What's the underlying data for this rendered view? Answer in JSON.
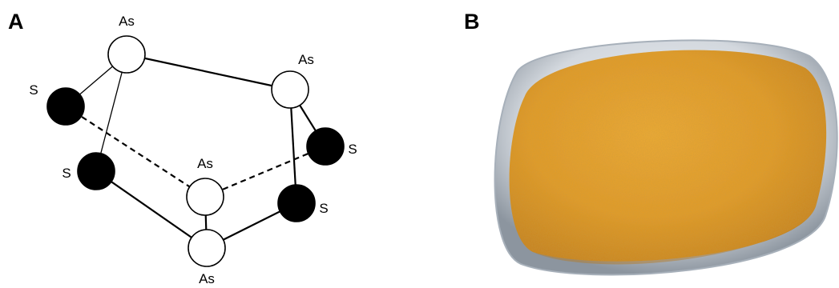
{
  "panel_a": {
    "letter": "A",
    "atoms": [
      {
        "id": "As1",
        "label": "As",
        "element": "As"
      },
      {
        "id": "As2",
        "label": "As",
        "element": "As"
      },
      {
        "id": "As3",
        "label": "As",
        "element": "As"
      },
      {
        "id": "As4",
        "label": "As",
        "element": "As"
      },
      {
        "id": "S1",
        "label": "S",
        "element": "S"
      },
      {
        "id": "S2",
        "label": "S",
        "element": "S"
      },
      {
        "id": "S3",
        "label": "S",
        "element": "S"
      },
      {
        "id": "S4",
        "label": "S",
        "element": "S"
      }
    ],
    "bonds": [
      {
        "from": "As1",
        "to": "As2",
        "style": "solid"
      },
      {
        "from": "As1",
        "to": "S1",
        "style": "solid"
      },
      {
        "from": "As1",
        "to": "S2",
        "style": "solid"
      },
      {
        "from": "As2",
        "to": "S3",
        "style": "solid"
      },
      {
        "from": "As2",
        "to": "S4",
        "style": "solid"
      },
      {
        "from": "S2",
        "to": "As4",
        "style": "solid"
      },
      {
        "from": "As3",
        "to": "As4",
        "style": "solid"
      },
      {
        "from": "As4",
        "to": "S4",
        "style": "solid"
      },
      {
        "from": "S1",
        "to": "As3",
        "style": "dashed"
      },
      {
        "from": "As3",
        "to": "S3",
        "style": "dashed"
      }
    ],
    "colors": {
      "arsenic_fill": "#ffffff",
      "sulfur_fill": "#000000",
      "stroke": "#000000"
    }
  },
  "panel_b": {
    "letter": "B",
    "image": "orange-yellow powder heaped on a glass watch dish",
    "colors": {
      "powder": "#e7a12c",
      "powder_dark": "#c27a12",
      "dish": "#d9dde2",
      "dish_rim": "#9aa3ad"
    }
  }
}
